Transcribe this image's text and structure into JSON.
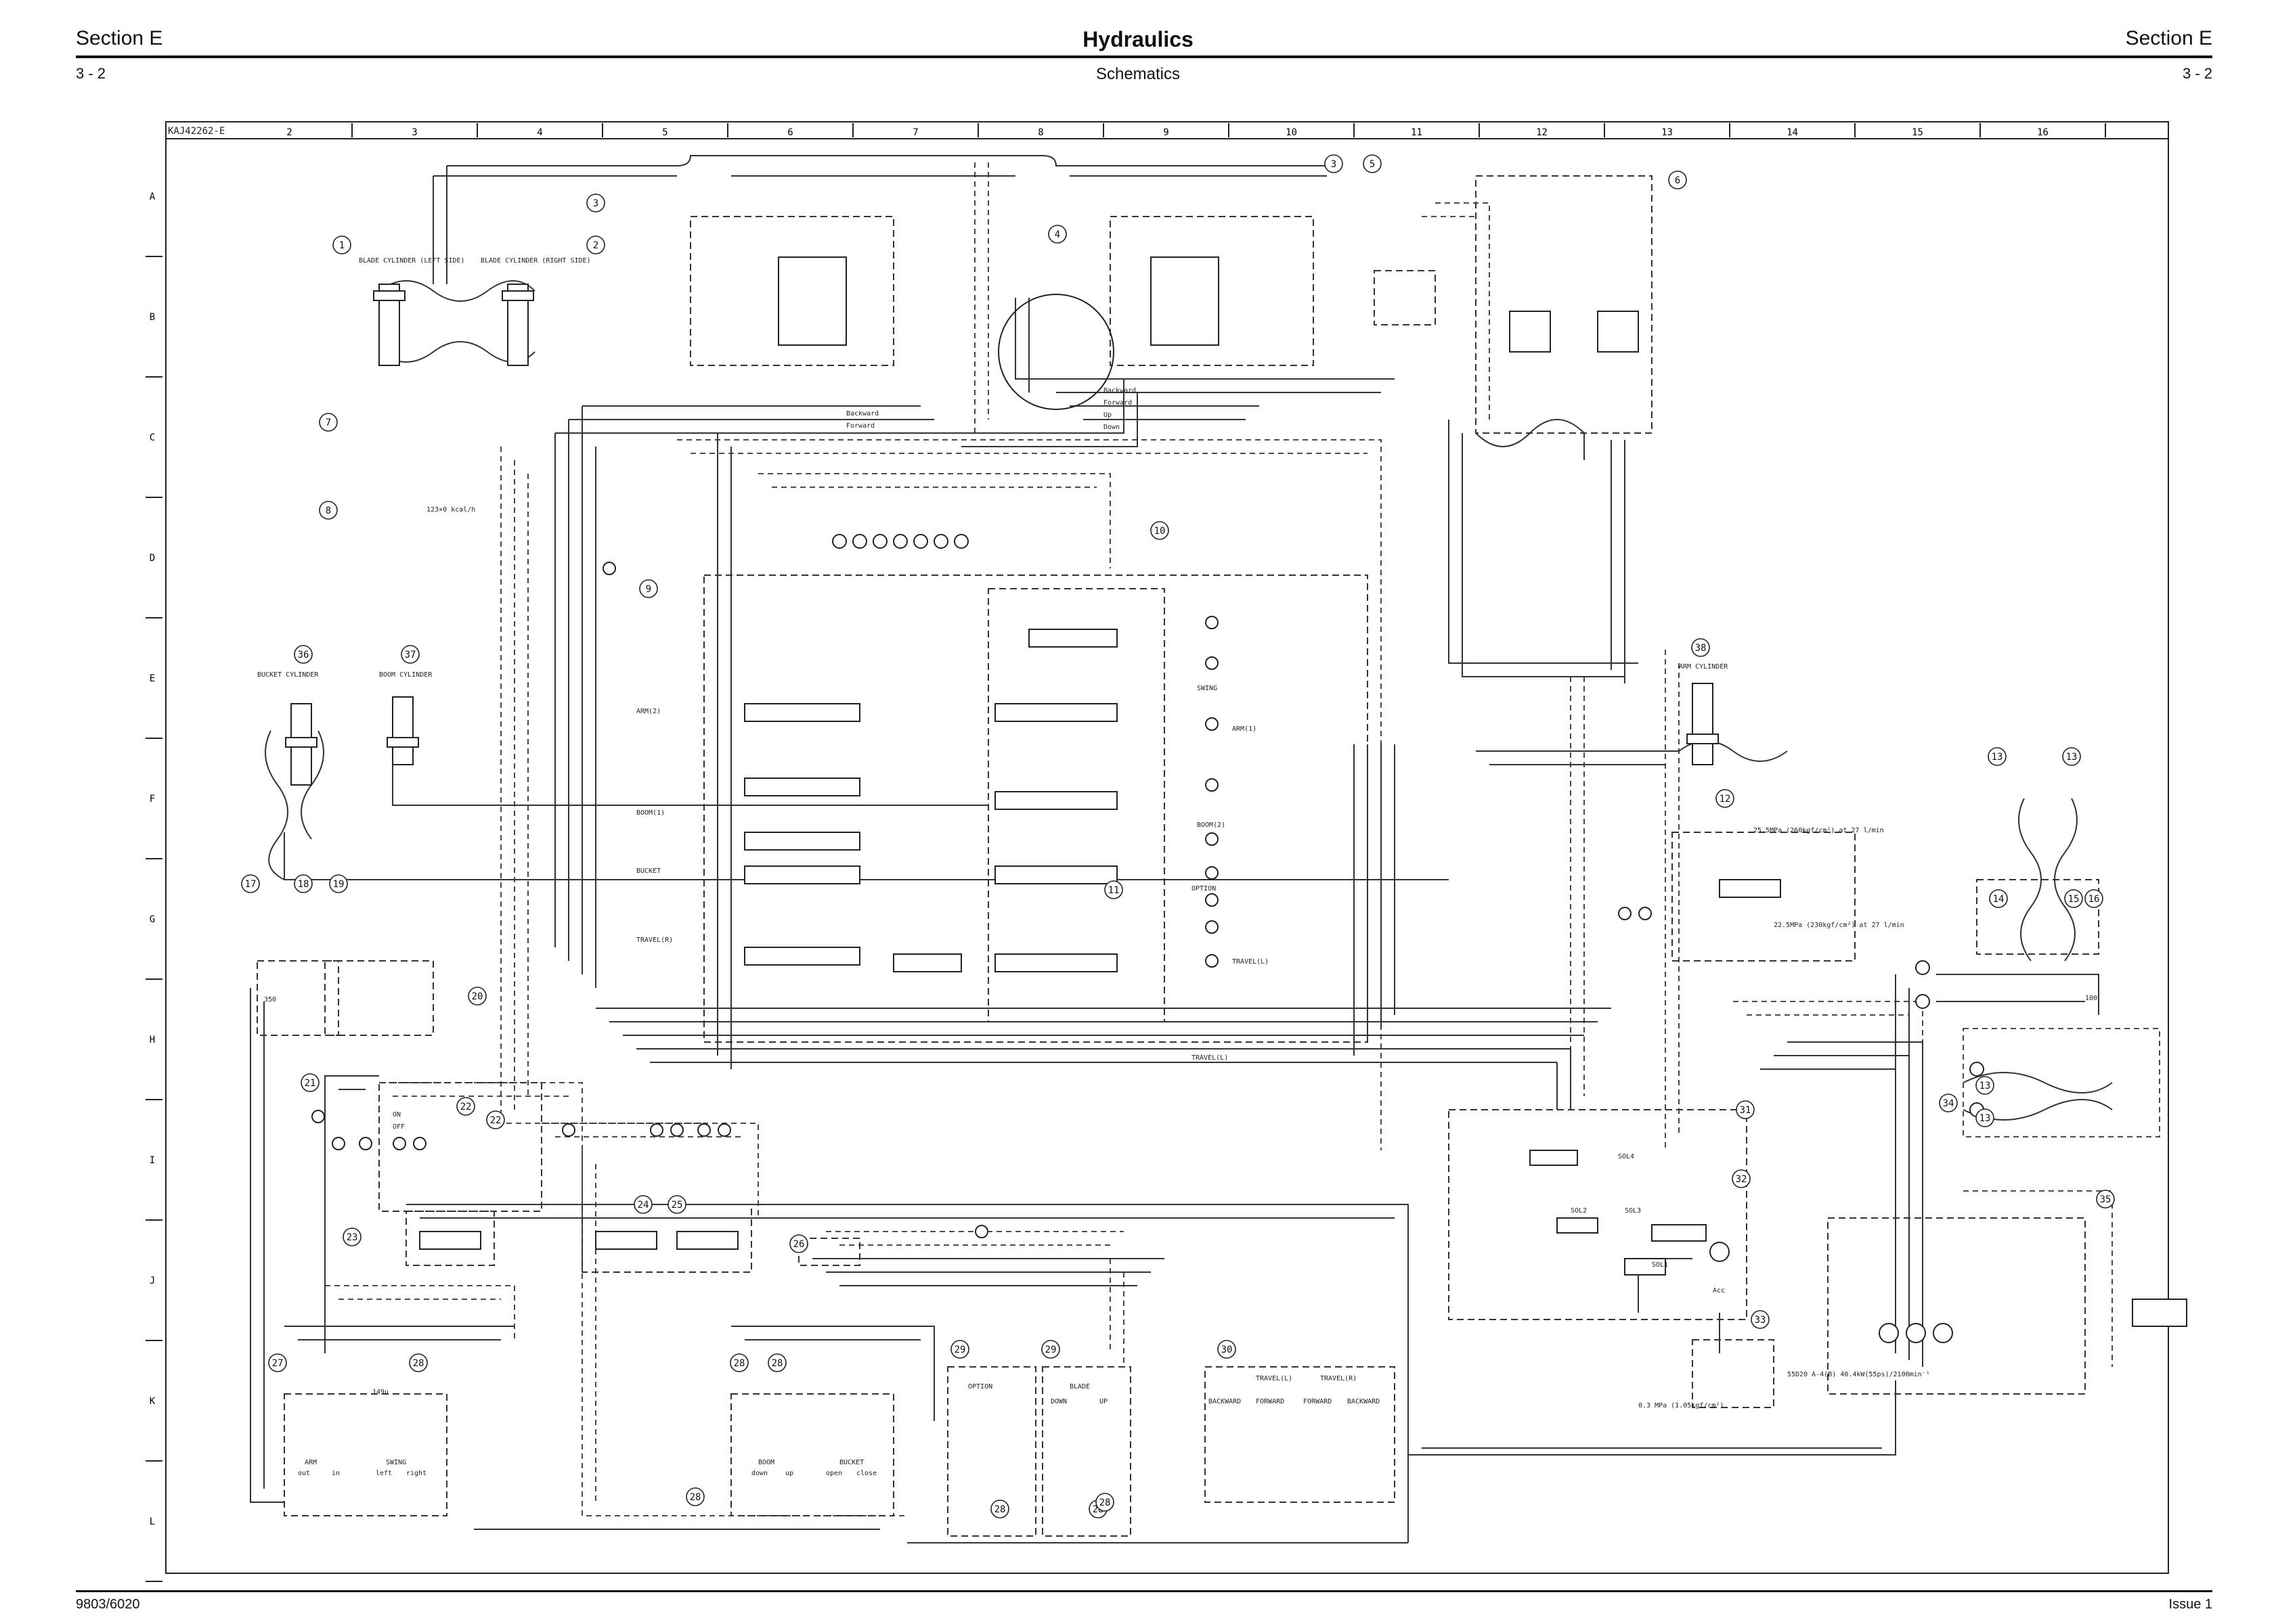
{
  "header": {
    "section_left": "Section E",
    "title": "Hydraulics",
    "section_right": "Section E",
    "page_left": "3 - 2",
    "subtitle": "Schematics",
    "page_right": "3 - 2"
  },
  "footer": {
    "doc_number": "9803/6020",
    "issue": "Issue 1"
  },
  "schematic": {
    "drawing_id": "KAJ42262-E",
    "column_numbers": [
      "2",
      "3",
      "4",
      "5",
      "6",
      "7",
      "8",
      "9",
      "10",
      "11",
      "12",
      "13",
      "14",
      "15",
      "16"
    ],
    "row_letters": [
      "A",
      "B",
      "C",
      "D",
      "E",
      "F",
      "G",
      "H",
      "I",
      "J",
      "K",
      "L"
    ],
    "component_callouts": [
      "1",
      "2",
      "3",
      "3",
      "4",
      "5",
      "6",
      "7",
      "8",
      "9",
      "10",
      "11",
      "12",
      "13",
      "13",
      "13",
      "13",
      "14",
      "15",
      "16",
      "17",
      "18",
      "19",
      "20",
      "21",
      "22",
      "22",
      "23",
      "24",
      "25",
      "26",
      "27",
      "28",
      "28",
      "28",
      "28",
      "28",
      "28",
      "28",
      "29",
      "29",
      "30",
      "31",
      "32",
      "33",
      "34",
      "35",
      "36",
      "37",
      "38"
    ],
    "labels": {
      "blade_cyl_left": "BLADE CYLINDER (LEFT SIDE)",
      "blade_cyl_right": "BLADE CYLINDER (RIGHT SIDE)",
      "bucket_cylinder": "BUCKET CYLINDER",
      "boom_cylinder": "BOOM CYLINDER",
      "arm_cylinder": "ARM CYLINDER",
      "backward_1": "Backward",
      "forward_1": "Forward",
      "backward_2": "Backward",
      "forward_2": "Forward",
      "up": "Up",
      "down": "Down",
      "swing": "SWING",
      "arm_1": "ARM(1)",
      "arm_2": "ARM(2)",
      "boom_1": "BOOM(1)",
      "boom_2": "BOOM(2)",
      "bucket": "BUCKET",
      "option": "OPTION",
      "travel_r": "TRAVEL(R)",
      "travel_l": "TRAVEL(L)",
      "travel_l2": "TRAVEL(L)",
      "oil_cooler": "123×0 kcal/h",
      "relief_1": "25.5MPa (260kgf/cm²) at 27 l/min",
      "relief_2": "22.5MPa (230kgf/cm²) at 27 l/min",
      "sol1": "SOL1",
      "sol2": "SOL2",
      "sol3": "SOL3",
      "sol4": "SOL4",
      "acc": "Acc",
      "pump_spec": "55D20 A-4(B) 40.4kW(55ps)/2100min⁻¹",
      "pump_pressure": "0.3 MPa (1.05kgf/cm²)",
      "pilot_on": "ON",
      "pilot_off": "OFF",
      "box29_option": "OPTION",
      "box29_blade": "BLADE",
      "blade_down": "DOWN",
      "blade_up": "UP",
      "box30_backward": "BACKWARD",
      "box30_forward": "FORWARD",
      "box30_travel_l": "TRAVEL(L)",
      "box30_travel_r": "TRAVEL(R)",
      "box30_forward2": "FORWARD",
      "box30_backward2": "BACKWARD",
      "arm_swing_arm": "ARM",
      "arm_swing_swing": "SWING",
      "arm_swing_out": "out",
      "arm_swing_in": "in",
      "arm_swing_left": "left",
      "arm_swing_right": "right",
      "boom_bucket_boom": "BOOM",
      "boom_bucket_bucket": "BUCKET",
      "boom_bucket_down": "down",
      "boom_bucket_up": "up",
      "boom_bucket_open": "open",
      "boom_bucket_close": "close",
      "filter_100": "100",
      "filter_350": "350",
      "val_149u": "149u"
    }
  }
}
